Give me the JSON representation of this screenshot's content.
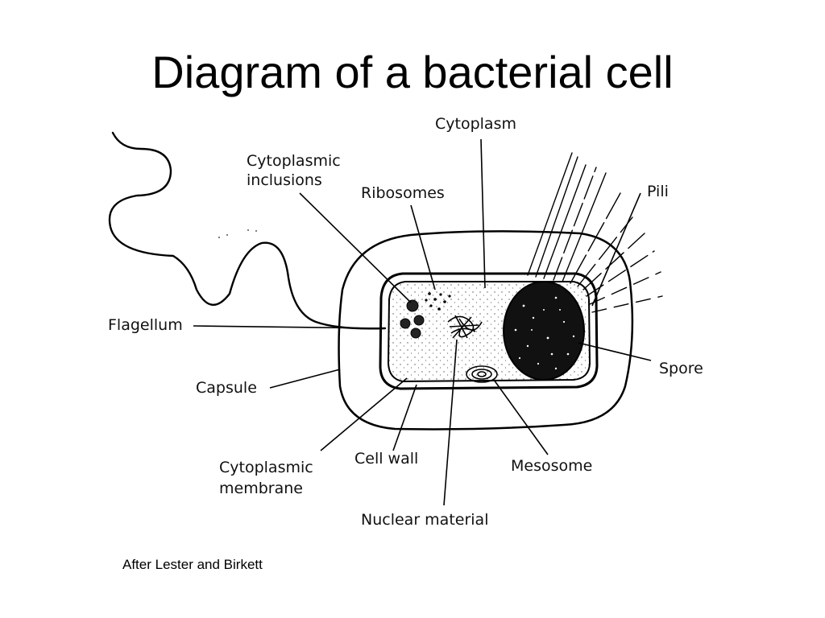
{
  "slide": {
    "title": "Diagram of  a bacterial cell",
    "credit": "After Lester and Birkett"
  },
  "labels": {
    "cytoplasm": "Cytoplasm",
    "cytoplasmic_inclusions": [
      "Cytoplasmic",
      "inclusions"
    ],
    "ribosomes": "Ribosomes",
    "pili": "Pili",
    "flagellum": "Flagellum",
    "spore": "Spore",
    "capsule": "Capsule",
    "cytoplasmic_membrane": [
      "Cytoplasmic",
      "membrane"
    ],
    "cell_wall": "Cell wall",
    "mesosome": "Mesosome",
    "nuclear_material": "Nuclear material"
  }
}
